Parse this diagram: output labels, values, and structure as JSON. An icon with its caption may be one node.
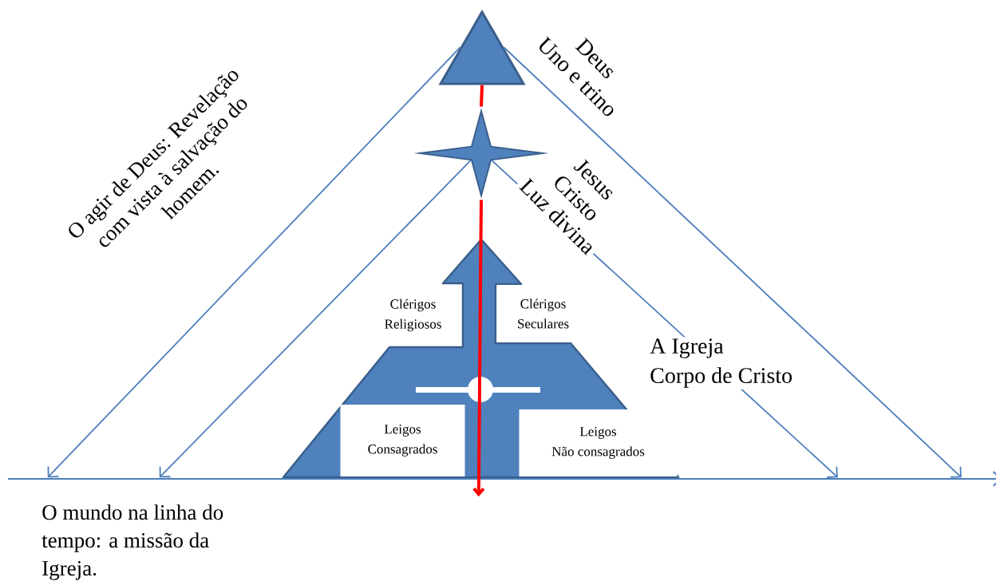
{
  "diagram": {
    "nodes": [
      {
        "text": [],
        "shape": "triangle",
        "beside": [
          "Deus",
          "Uno e trino"
        ]
      },
      {
        "text": [],
        "shape": "star",
        "beside": [
          "Jesus Cristo",
          "Luz divina"
        ]
      },
      {
        "text": [],
        "shape": "pyramid",
        "beside": [
          "A Igreja",
          "Corpo de Cristo"
        ]
      },
      {
        "text": [
          "Clérigos",
          "Religiosos"
        ],
        "in": 2
      },
      {
        "text": [
          "Clérigos",
          "Seculares"
        ],
        "in": 2
      },
      {
        "text": [
          "Leigos",
          "Consagrados"
        ],
        "in": 2
      },
      {
        "text": [
          "Leigos",
          "Não consagrados"
        ],
        "in": 2
      },
      {
        "text": [],
        "shape": "bar",
        "beside": [
          "O mundo na linha do tempo: a missão da Igreja."
        ]
      }
    ],
    "edges": [
      {
        "from": 0,
        "to": 7,
        "arrow": "to"
      },
      {
        "from": 1,
        "to": 7,
        "arrow": "to"
      },
      {
        "from": 0,
        "to": 7,
        "arrow": "to"
      },
      {
        "from": 1,
        "to": 7,
        "arrow": "to"
      },
      {
        "from": 0,
        "to": 1,
        "arrow": "none",
        "style": "thick",
        "color": "#ff0000"
      },
      {
        "from": 1,
        "to": 2,
        "arrow": "none",
        "style": "thick",
        "color": "#ff0000"
      },
      {
        "from": 2,
        "to": 7,
        "arrow": "to",
        "style": "thick",
        "color": "#ff0000"
      }
    ],
    "labels": [
      "O agir de Deus: Revelação com vista à salvação do homem."
    ]
  }
}
